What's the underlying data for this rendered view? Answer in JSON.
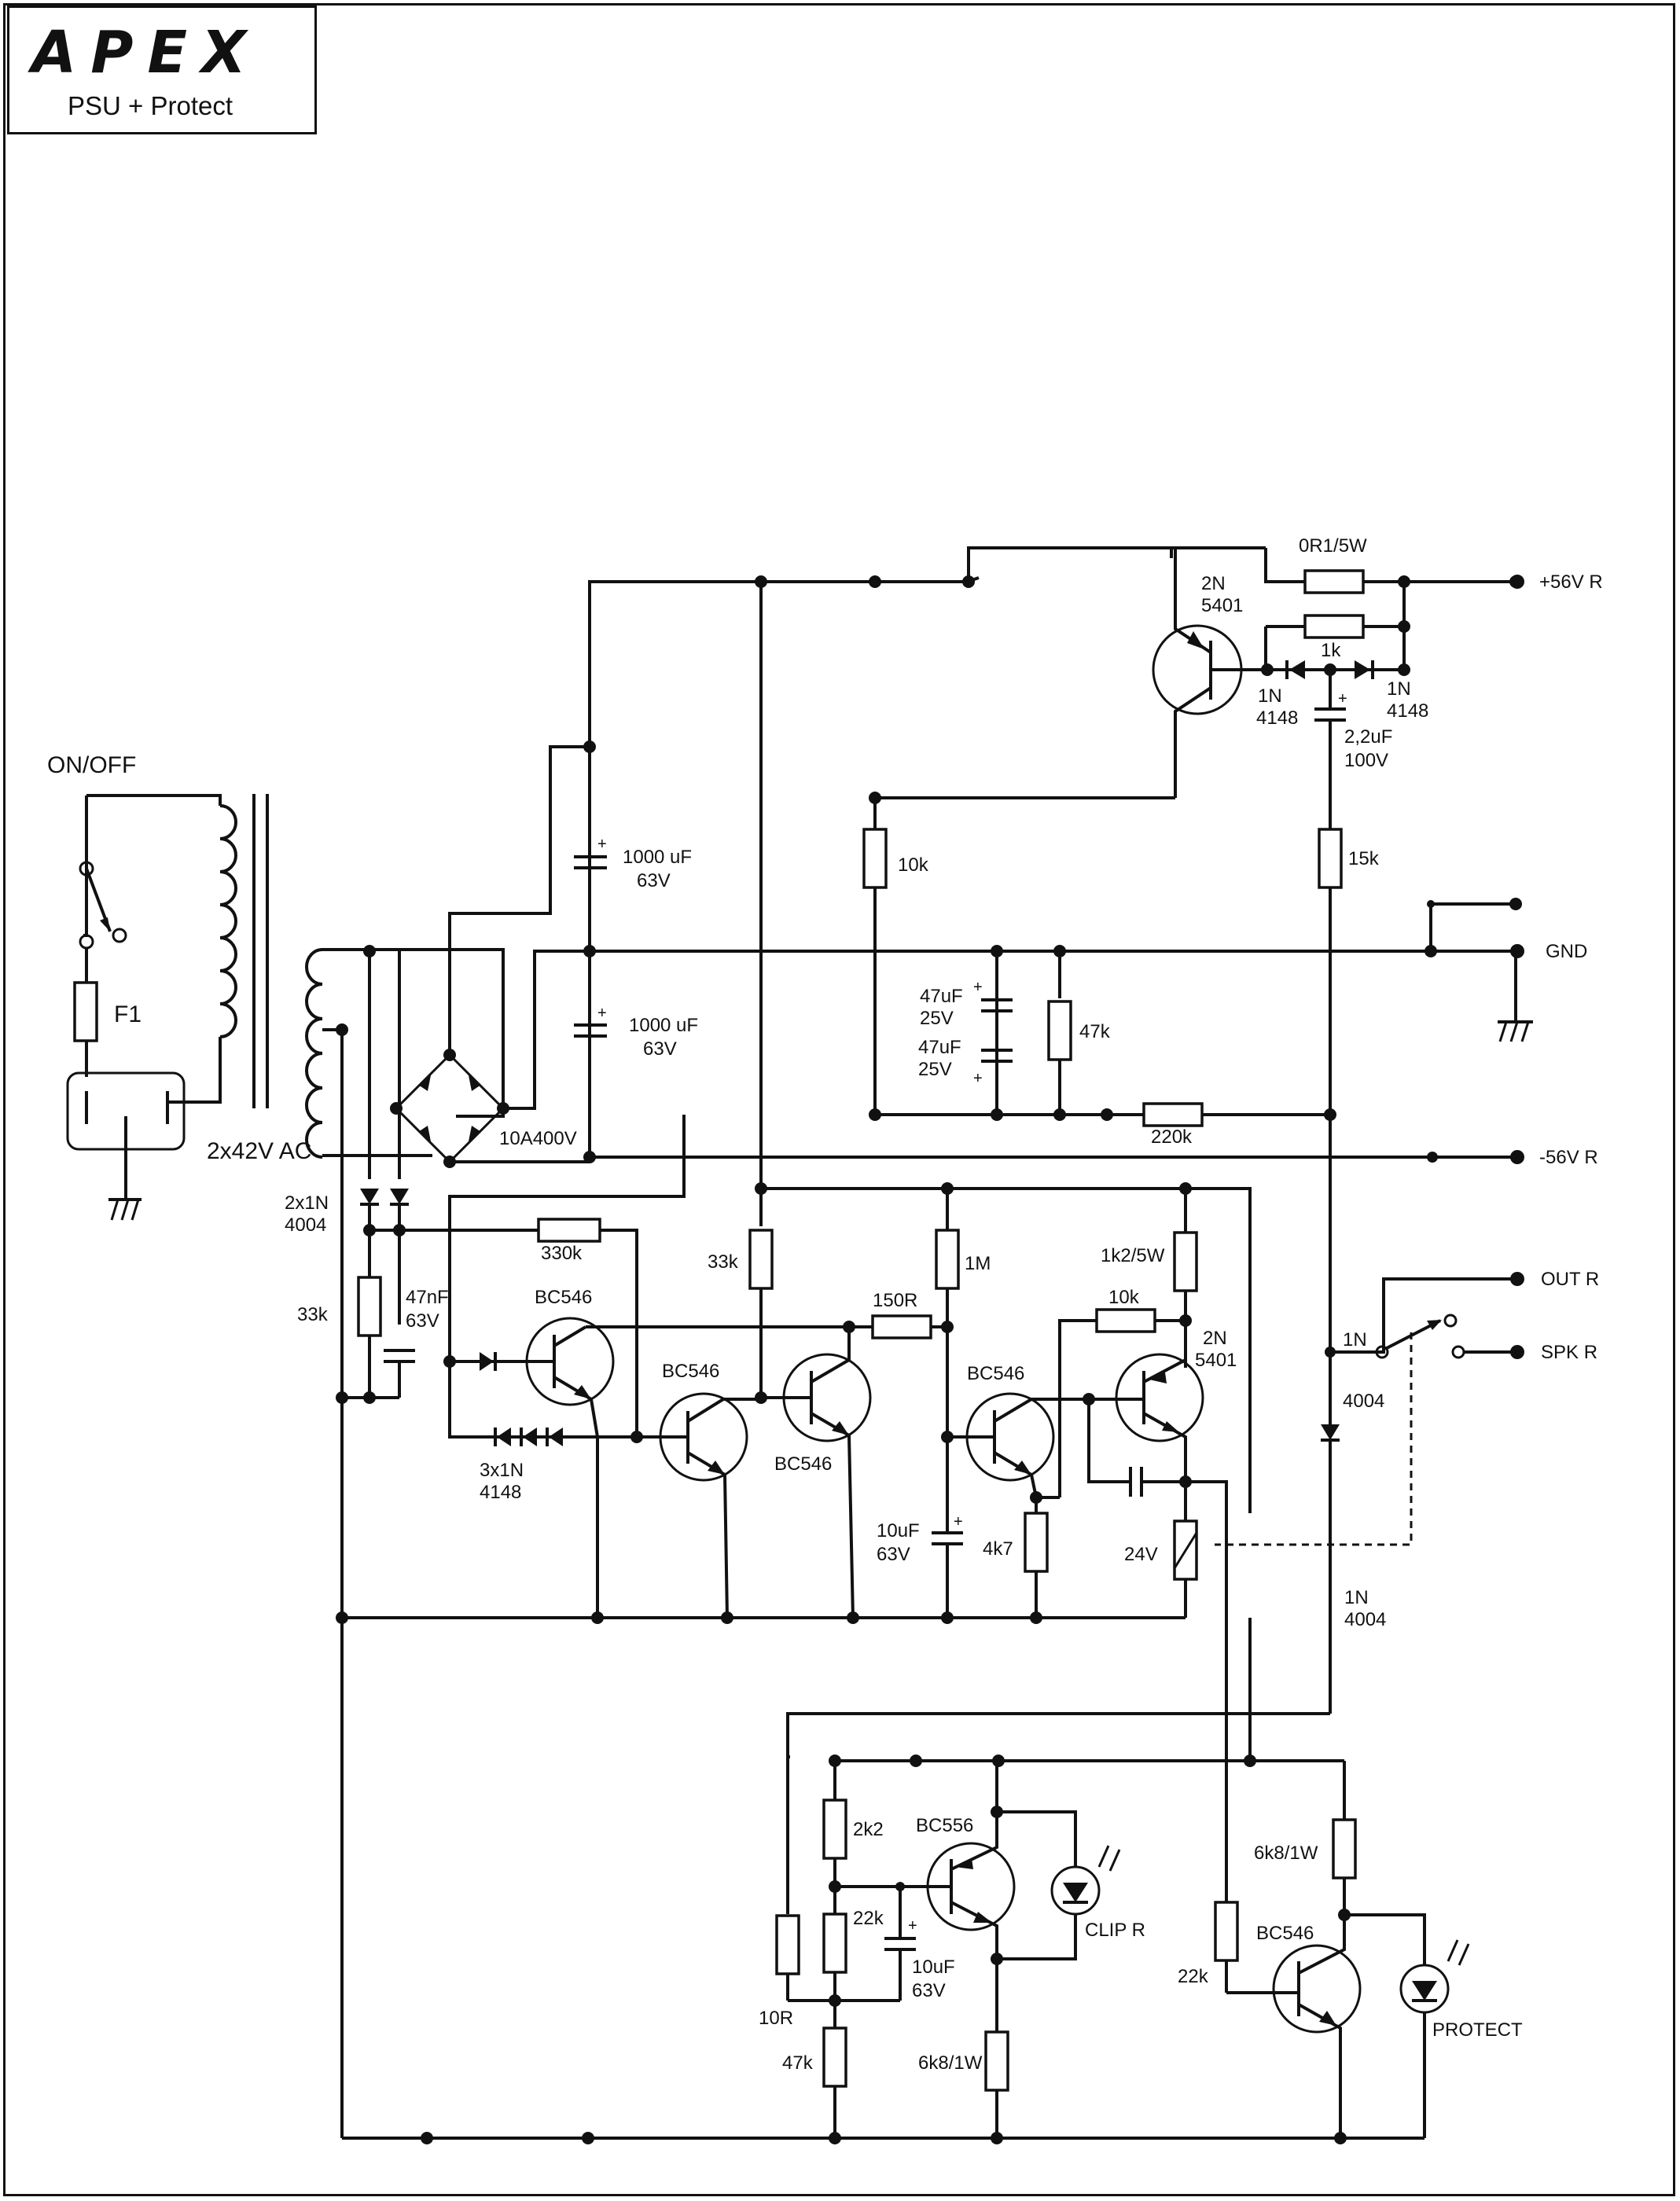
{
  "header": {
    "brand": "APEX",
    "subtitle": "PSU + Protect"
  },
  "transformer": {
    "switch_label": "ON/OFF",
    "fuse_label": "F1",
    "secondary_label": "2x42V AC"
  },
  "supply": {
    "bridge_label": "10A400V",
    "cap1_value": "1000  uF",
    "cap1_voltage": "63V",
    "cap2_value": "1000  uF",
    "cap2_voltage": "63V",
    "r_10k": "10k",
    "cap_a_value": "47uF",
    "cap_a_voltage": "25V",
    "cap_b_value": "47uF",
    "cap_b_voltage": "25V",
    "r_47k": "47k",
    "r_220k": "220k",
    "r_15k": "15k"
  },
  "regulator": {
    "q_label_1": "2N",
    "q_label_2": "5401",
    "r_shunt": "0R1/5W",
    "r_1k": "1k",
    "d_left_1": "1N",
    "d_left_2": "4148",
    "d_right_1": "1N",
    "d_right_2": "4148",
    "cap_value": "2,2uF",
    "cap_voltage": "100V"
  },
  "terminals": {
    "plus": "+56V R",
    "gnd": "GND",
    "minus": "-56V R",
    "out": "OUT R",
    "spk": "SPK R"
  },
  "protect": {
    "diodes_1": "2x1N",
    "diodes_2": "4004",
    "r_33k_left": "33k",
    "cap_47nf": "47nF",
    "cap_47nf_v": "63V",
    "r_330k": "330k",
    "q1": "BC546",
    "q2": "BC546",
    "q3": "BC546",
    "q4": "BC546",
    "d3x_1": "3x1N",
    "d3x_2": "4148",
    "r_33k_mid": "33k",
    "r_150r": "150R",
    "r_1m": "1M",
    "cap_10uf": "10uF",
    "cap_10uf_v": "63V",
    "r_4k7": "4k7",
    "r_1k2": "1k2/5W",
    "r_10k": "10k",
    "q5_1": "2N",
    "q5_2": "5401",
    "relay": "24V",
    "d_relay_1": "1N",
    "d_relay_2": "4004",
    "d_lower_1": "1N",
    "d_lower_2": "4004"
  },
  "clip": {
    "r_2k2": "2k2",
    "q": "BC556",
    "r_22k": "22k",
    "cap_value": "10uF",
    "cap_voltage": "63V",
    "r_10r": "10R",
    "r_47k": "47k",
    "r_6k8": "6k8/1W",
    "led_label": "CLIP R"
  },
  "protect_led": {
    "r_6k8": "6k8/1W",
    "q": "BC546",
    "r_22k": "22k",
    "led_label": "PROTECT"
  }
}
